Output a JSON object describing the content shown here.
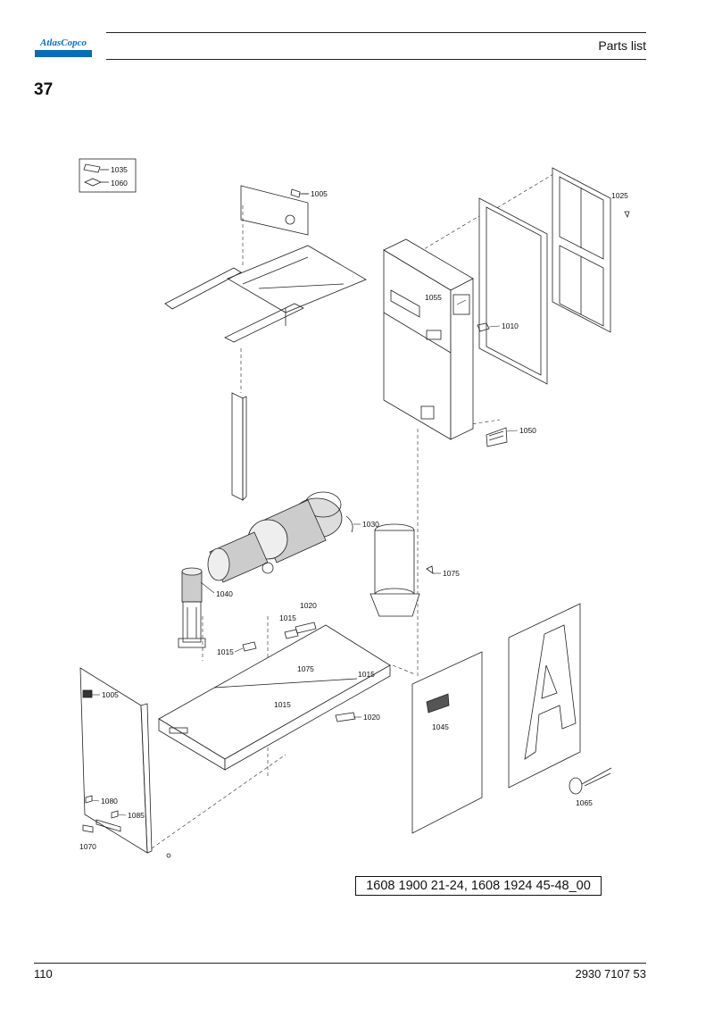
{
  "header": {
    "logo_text": "AtlasCopco",
    "title": "Parts list",
    "brand_color": "#0a6db4"
  },
  "section_number": "37",
  "legend": {
    "items": [
      {
        "label": "1035",
        "icon": "flat-label-icon"
      },
      {
        "label": "1060",
        "icon": "diamond-label-icon"
      }
    ]
  },
  "callouts": {
    "c1005a": "1005",
    "c1025": "1025",
    "c1055": "1055",
    "c1010": "1010",
    "c1050": "1050",
    "c1030": "1030",
    "c1075a": "1075",
    "c1040": "1040",
    "c1020a": "1020",
    "c1015a": "1015",
    "c1015b": "1015",
    "c1075b": "1075",
    "c1015c": "1015",
    "c1015d": "1015",
    "c1020b": "1020",
    "c1005b": "1005",
    "c1045": "1045",
    "c1080": "1080",
    "c1085": "1085",
    "c1070": "1070",
    "c1065": "1065"
  },
  "part_numbers": "1608 1900 21-24, 1608 1924 45-48_00",
  "footer": {
    "page_number": "110",
    "document_number": "2930 7107 53"
  }
}
